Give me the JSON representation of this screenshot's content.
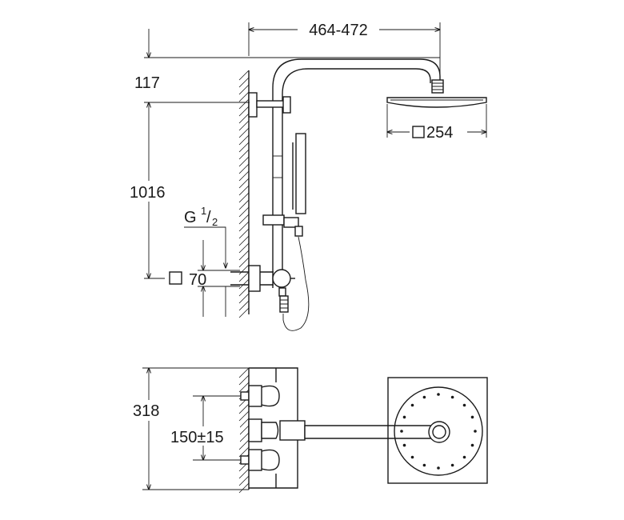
{
  "dimensions": {
    "arm_reach": "464-472",
    "head_size": "254",
    "top_offset": "117",
    "outlet_height": "1016",
    "thread_prefix": "G",
    "thread_num": "1",
    "thread_den": "2",
    "mount_size": "70",
    "mixer_height": "318",
    "outlet_spacing": "150±15"
  }
}
